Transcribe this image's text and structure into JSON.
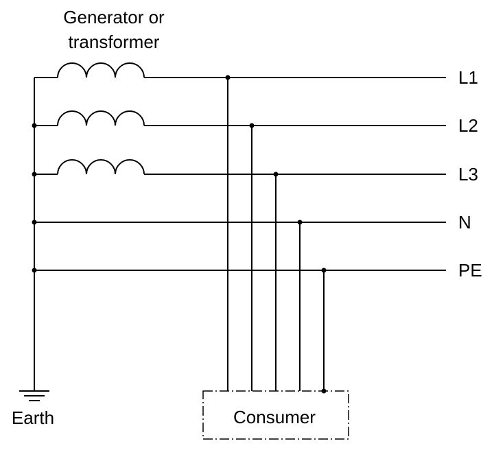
{
  "diagram": {
    "source_label_line1": "Generator or",
    "source_label_line2": "transformer",
    "conductors": [
      "L1",
      "L2",
      "L3",
      "N",
      "PE"
    ],
    "earth_label": "Earth",
    "consumer_label": "Consumer"
  }
}
